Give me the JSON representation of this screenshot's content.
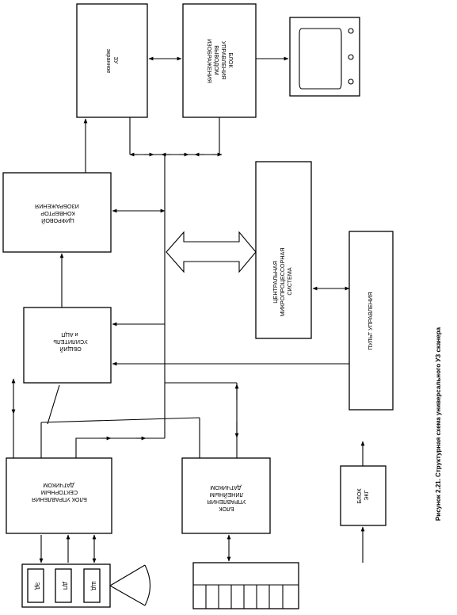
{
  "blocks": {
    "memory": [
      "ЗУ",
      "экранное"
    ],
    "display_ctrl": [
      "БЛОК",
      "УПРАВЛЕНИЯ",
      "ВЫВОДОМ",
      "ИЗОБРАЖЕНИЯ"
    ],
    "scan_converter": [
      "ЦИФРОВОЙ",
      "КОНВЕРТОР",
      "ИЗОБРАЖЕНИЯ"
    ],
    "cpu": [
      "ЦЕНТРАЛЬНАЯ",
      "МИКРОПРОЦЕССОРНАЯ",
      "СИСТЕМА"
    ],
    "control_panel": [
      "ПУЛЬТ УПРАВЛЕНИЯ"
    ],
    "amplifier": [
      "ОБЩИЙ",
      "УСИЛИТЕЛЬ",
      "и   АЦП"
    ],
    "sensor_ctrl": [
      "БЛОК УПРАВЛЕНИЯ",
      "СЕКТОРНЫМ",
      "ДАТЧИКОМ"
    ],
    "linear_ctrl": [
      "БЛОК",
      "УПРАВЛЕНИЯ",
      "ЛИНЕЙНЫМ",
      "ДАТЧИКОМ"
    ],
    "ekg": [
      "БЛОК",
      "ЭКГ"
    ]
  },
  "sensor_parts": [
    "ЭД",
    "ДП",
    "ШД"
  ],
  "caption": "Рисунок 2.21. Структурная схема универсального УЗ сканера"
}
